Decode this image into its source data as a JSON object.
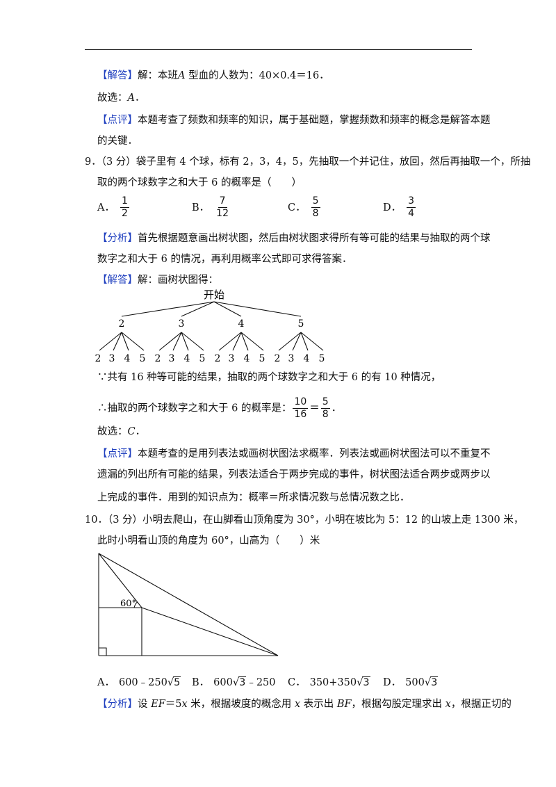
{
  "q8": {
    "answer_tag": "【解答】",
    "answer_text": "解：本班",
    "answer_var": "A",
    "answer_text2": " 型血的人数为：40×0.4＝16．",
    "choose_label": "故选：",
    "choose_val": "A",
    "choose_end": "．",
    "comment_tag": "【点评】",
    "comment_line1": "本题考查了频数和频率的知识，属于基础题，掌握频数和频率的概念是解答本题",
    "comment_line2": "的关键．"
  },
  "q9": {
    "stem_line1": "9．（3 分）袋子里有 4 个球，标有 2，3，4，5，先抽取一个并记住，放回，然后再抽取一个，所抽",
    "stem_line2": "取的两个球数字之和大于 6 的概率是（　　）",
    "options": [
      {
        "label": "A．",
        "num": "1",
        "den": "2"
      },
      {
        "label": "B．",
        "num": "7",
        "den": "12"
      },
      {
        "label": "C．",
        "num": "5",
        "den": "8"
      },
      {
        "label": "D．",
        "num": "3",
        "den": "4"
      }
    ],
    "analysis_tag": "【分析】",
    "analysis_line1": "首先根据题意画出树状图，然后由树状图求得所有等可能的结果与抽取的两个球",
    "analysis_line2": "数字之和大于 6 的情况，再利用概率公式即可求得答案．",
    "answer_tag": "【解答】",
    "answer_text": "解：画树状图得：",
    "tree": {
      "root": "开始",
      "branches": [
        "2",
        "3",
        "4",
        "5"
      ],
      "leaves": [
        "2",
        "3",
        "4",
        "5"
      ]
    },
    "because_line": "∵共有 16 种等可能的结果，抽取的两个球数字之和大于 6 的有 10 种情况，",
    "therefore_text": "∴抽取的两个球数字之和大于 6 的概率是：",
    "therefore_frac1": {
      "num": "10",
      "den": "16"
    },
    "equals": "＝",
    "therefore_frac2": {
      "num": "5",
      "den": "8"
    },
    "therefore_end": "．",
    "choose_label": "故选：",
    "choose_val": "C",
    "choose_end": "．",
    "comment_tag": "【点评】",
    "comment_line1": "本题考查的是用列表法或画树状图法求概率．列表法或画树状图法可以不重复不",
    "comment_line2": "遗漏的列出所有可能的结果，列表法适合于两步完成的事件，树状图法适合两步或两步以",
    "comment_line3": "上完成的事件．用到的知识点为：概率＝所求情况数与总情况数之比．"
  },
  "q10": {
    "stem_line1": "10．（3 分）小明去爬山，在山脚看山顶角度为 30°，小明在坡比为 5：12 的山坡上走 1300 米，",
    "stem_line2": "此时小明看山顶的角度为 60°，山高为（　　）米",
    "figure_angle": "60°",
    "options": [
      {
        "label": "A．",
        "pre": "600﹣250",
        "rad": "5",
        "post": ""
      },
      {
        "label": "B．",
        "pre": "600",
        "rad": "3",
        "post": "﹣250"
      },
      {
        "label": "C．",
        "pre": "350+350",
        "rad": "3",
        "post": ""
      },
      {
        "label": "D．",
        "pre": "500",
        "rad": "3",
        "post": ""
      }
    ],
    "analysis_tag": "【分析】",
    "analysis_p1": "设 ",
    "analysis_v1": "EF",
    "analysis_p2": "＝5",
    "analysis_v2": "x",
    "analysis_p3": " 米，根据坡度的概念用 ",
    "analysis_v3": "x",
    "analysis_p4": " 表示出 ",
    "analysis_v4": "BF",
    "analysis_p5": "，根据勾股定理求出 ",
    "analysis_v5": "x",
    "analysis_p6": "，根据正切的"
  }
}
